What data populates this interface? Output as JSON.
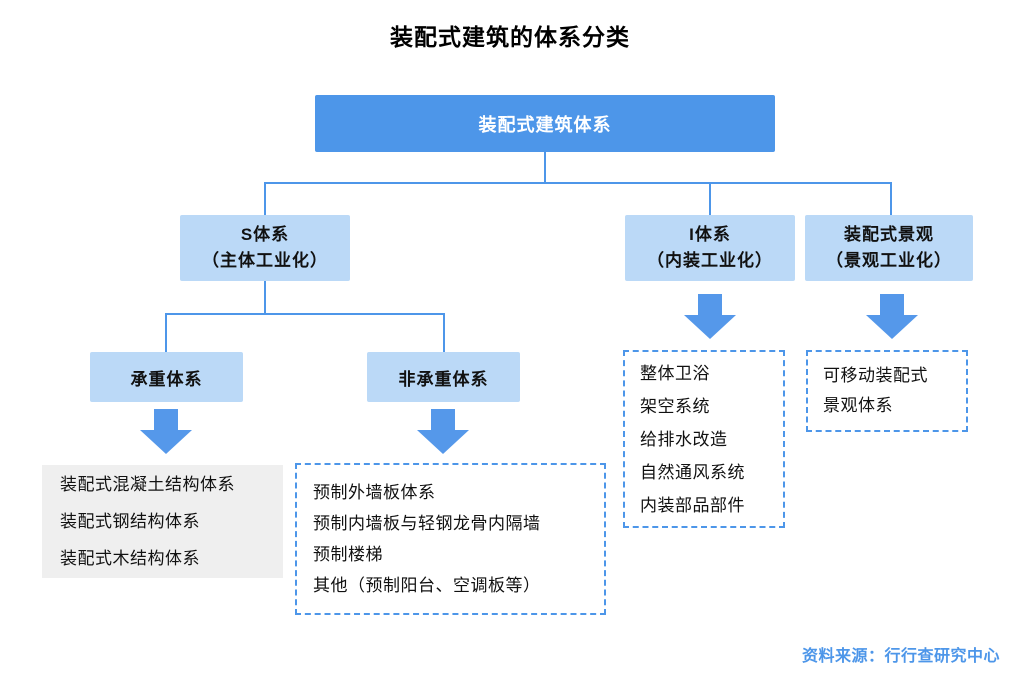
{
  "title": "装配式建筑的体系分类",
  "colors": {
    "primary_blue": "#4D96E9",
    "light_blue": "#BBD9F7",
    "gray_box": "#EFEFEF",
    "text": "#111111",
    "background": "#FFFFFF"
  },
  "root": {
    "label": "装配式建筑体系"
  },
  "branches": {
    "s": {
      "line1": "S体系",
      "line2": "（主体工业化）"
    },
    "i": {
      "line1": "I体系",
      "line2": "（内装工业化）"
    },
    "landscape": {
      "line1": "装配式景观",
      "line2": "（景观工业化）"
    }
  },
  "sub_branches": {
    "bearing": {
      "label": "承重体系"
    },
    "non_bearing": {
      "label": "非承重体系"
    }
  },
  "leaves": {
    "bearing": {
      "items": [
        "装配式混凝土结构体系",
        "装配式钢结构体系",
        "装配式木结构体系"
      ]
    },
    "non_bearing": {
      "items": [
        "预制外墙板体系",
        "预制内墙板与轻钢龙骨内隔墙",
        "预制楼梯",
        "其他（预制阳台、空调板等）"
      ]
    },
    "interior": {
      "items": [
        "整体卫浴",
        "架空系统",
        "给排水改造",
        "自然通风系统",
        "内装部品部件"
      ]
    },
    "landscape": {
      "items": [
        "可移动装配式",
        "景观体系"
      ]
    }
  },
  "source": "资料来源：行行查研究中心"
}
